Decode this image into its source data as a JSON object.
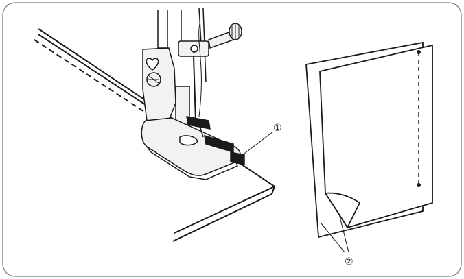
{
  "callouts": [
    {
      "id": "1",
      "label": "①"
    },
    {
      "id": "2",
      "label": "②"
    }
  ],
  "colors": {
    "ink": "#1a1a1a",
    "frame": "#8a8a8a",
    "presser_foot_fill": "#f2f2f2"
  }
}
